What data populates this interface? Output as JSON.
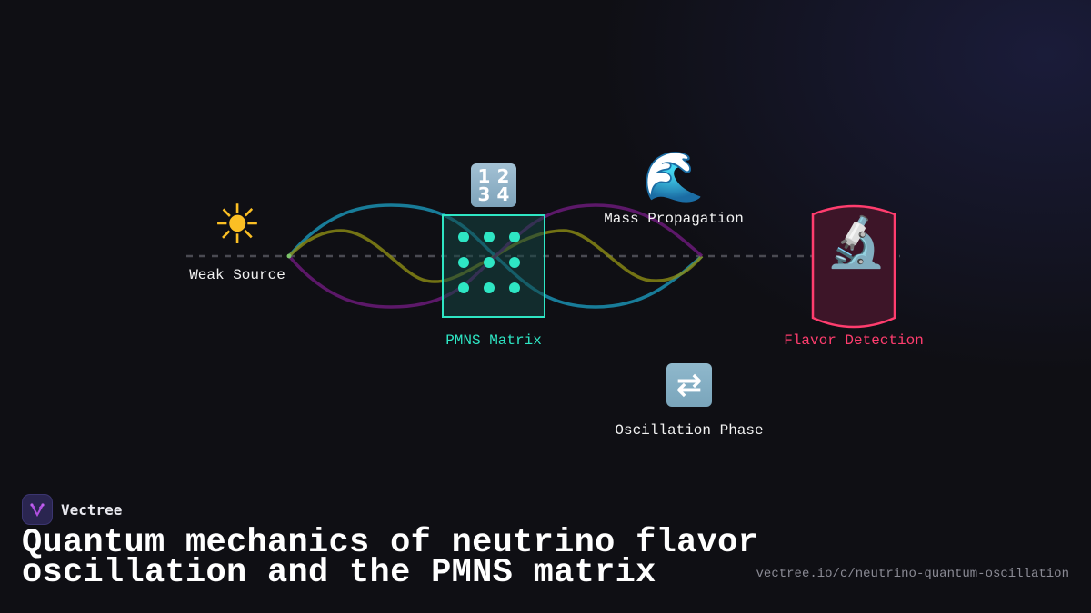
{
  "diagram": {
    "nodes": [
      {
        "id": "weak-source",
        "label": "Weak Source",
        "icon": "sun-icon",
        "glyph": "☀"
      },
      {
        "id": "pmns-matrix",
        "label": "PMNS Matrix",
        "icon": "numbers-1234-icon",
        "glyph": [
          "1",
          "2",
          "3",
          "4"
        ],
        "matrix_dots": 9
      },
      {
        "id": "mass-propagation",
        "label": "Mass Propagation",
        "icon": "water-wave-icon",
        "glyph": "🌊"
      },
      {
        "id": "flavor-detection",
        "label": "Flavor Detection",
        "icon": "microscope-icon",
        "glyph": "🔬"
      },
      {
        "id": "oscillation-phase",
        "label": "Oscillation Phase",
        "icon": "repeat-arrows-icon",
        "glyph": "⇄"
      }
    ],
    "waves": [
      {
        "name": "wave-cyan",
        "color": "#1a8fb0"
      },
      {
        "name": "wave-olive",
        "color": "#8c8c14"
      },
      {
        "name": "wave-purple",
        "color": "#6a1a78"
      }
    ],
    "colors": {
      "pmns_accent": "#2ee6c4",
      "detection_accent": "#ff3d6e",
      "axis": "#4a4a52"
    }
  },
  "footer": {
    "brand": "Vectree",
    "title_line1": "Quantum mechanics of neutrino flavor",
    "title_line2": "oscillation and the PMNS matrix",
    "url": "vectree.io/c/neutrino-quantum-oscillation"
  }
}
